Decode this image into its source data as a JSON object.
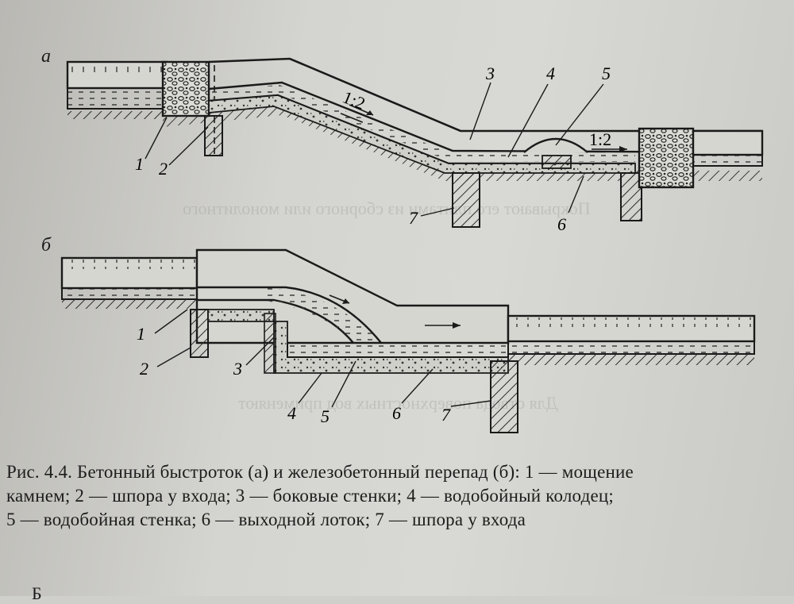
{
  "figure": {
    "panel_a": "а",
    "panel_b": "б",
    "labels_a": [
      "1",
      "2",
      "3",
      "4",
      "5",
      "6",
      "7"
    ],
    "labels_b": [
      "1",
      "2",
      "3",
      "4",
      "5",
      "6",
      "7"
    ],
    "slope_a1": "1:2",
    "slope_a2": "1:2"
  },
  "caption": {
    "line1": "Рис. 4.4. Бетонный быстроток (а) и  железобетонный перепад (б): 1 — мощение",
    "line2": "камнем; 2 — шпора у входа; 3 — боковые стенки; 4 — водобойный колодец;",
    "line3": "5 — водобойная стенка; 6 — выходной лоток; 7 — шпора у входа"
  },
  "tail": "Б"
}
